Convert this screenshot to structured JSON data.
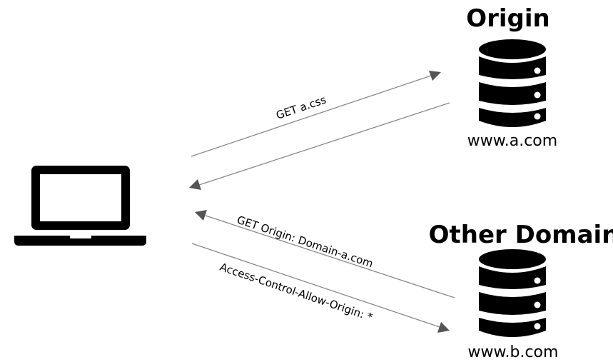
{
  "servers": {
    "origin": {
      "title": "Origin",
      "host": "www.a.com"
    },
    "other": {
      "title": "Other Domain",
      "host": "www.b.com"
    }
  },
  "edges": {
    "get_css": "GET a.css",
    "get_origin": "GET Origin: Domain-a.com",
    "acao": "Access-Control-Allow-Origin: *"
  },
  "icons": {
    "client": "laptop-icon",
    "origin_server": "database-icon",
    "other_server": "database-icon"
  }
}
